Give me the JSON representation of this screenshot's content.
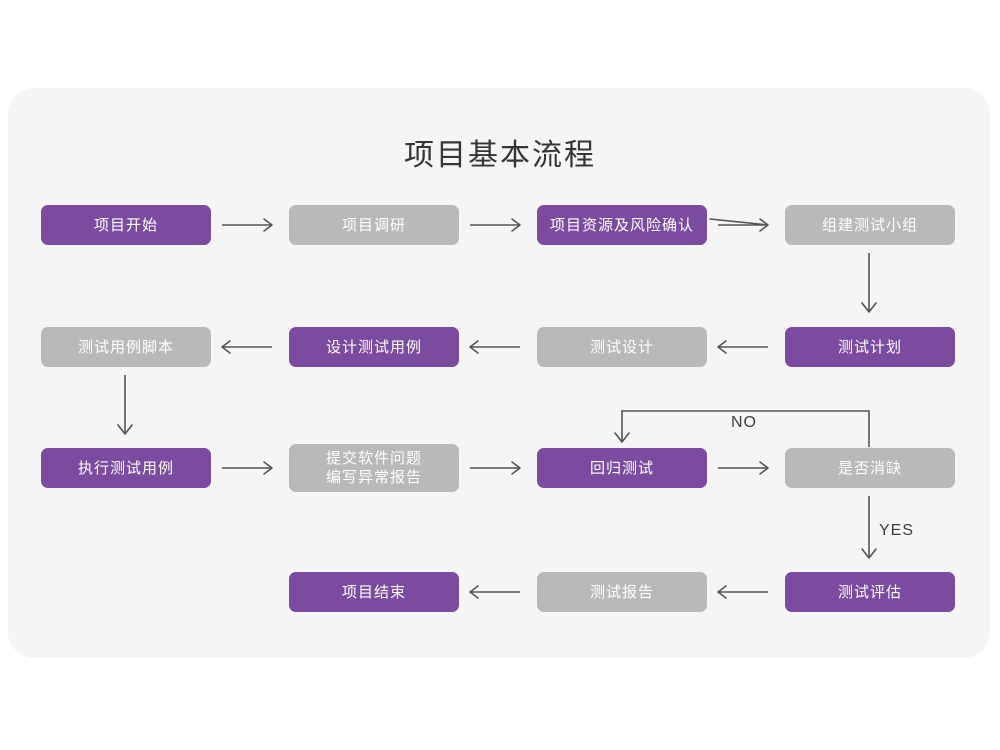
{
  "card": {
    "background": "#f5f5f5",
    "page_background": "#ffffff"
  },
  "title": "项目基本流程",
  "colors": {
    "accent_purple": "#7a4b9e",
    "muted_gray": "#b9b9b9",
    "connector": "#555555",
    "title_text": "#353535",
    "node_text": "#ffffff"
  },
  "flow": {
    "type": "flowchart",
    "direction": "boustrophedon",
    "nodes": [
      {
        "id": "n1",
        "label": "项目开始",
        "style": "purple",
        "row": 1,
        "col": 1
      },
      {
        "id": "n2",
        "label": "项目调研",
        "style": "gray",
        "row": 1,
        "col": 2
      },
      {
        "id": "n3",
        "label": "项目资源及风险确认",
        "style": "purple",
        "row": 1,
        "col": 3
      },
      {
        "id": "n4",
        "label": "组建测试小组",
        "style": "gray",
        "row": 1,
        "col": 4
      },
      {
        "id": "n5",
        "label": "测试用例脚本",
        "style": "gray",
        "row": 2,
        "col": 1
      },
      {
        "id": "n6",
        "label": "设计测试用例",
        "style": "purple",
        "row": 2,
        "col": 2
      },
      {
        "id": "n7",
        "label": "测试设计",
        "style": "gray",
        "row": 2,
        "col": 3
      },
      {
        "id": "n8",
        "label": "测试计划",
        "style": "purple",
        "row": 2,
        "col": 4
      },
      {
        "id": "n9",
        "label": "执行测试用例",
        "style": "purple",
        "row": 3,
        "col": 1
      },
      {
        "id": "n10",
        "label": "提交软件问题\n编写异常报告",
        "style": "gray",
        "row": 3,
        "col": 2
      },
      {
        "id": "n11",
        "label": "回归测试",
        "style": "purple",
        "row": 3,
        "col": 3
      },
      {
        "id": "n12",
        "label": "是否消缺",
        "style": "gray",
        "row": 3,
        "col": 4
      },
      {
        "id": "n13",
        "label": "项目结束",
        "style": "purple",
        "row": 4,
        "col": 2
      },
      {
        "id": "n14",
        "label": "测试报告",
        "style": "gray",
        "row": 4,
        "col": 3
      },
      {
        "id": "n15",
        "label": "测试评估",
        "style": "purple",
        "row": 4,
        "col": 4
      }
    ],
    "edges": [
      {
        "from": "n1",
        "to": "n2",
        "label": "",
        "dir": "right"
      },
      {
        "from": "n2",
        "to": "n3",
        "label": "",
        "dir": "right"
      },
      {
        "from": "n3",
        "to": "n4",
        "label": "",
        "dir": "right"
      },
      {
        "from": "n4",
        "to": "n8",
        "label": "",
        "dir": "down"
      },
      {
        "from": "n8",
        "to": "n7",
        "label": "",
        "dir": "left"
      },
      {
        "from": "n7",
        "to": "n6",
        "label": "",
        "dir": "left"
      },
      {
        "from": "n6",
        "to": "n5",
        "label": "",
        "dir": "left"
      },
      {
        "from": "n5",
        "to": "n9",
        "label": "",
        "dir": "down"
      },
      {
        "from": "n9",
        "to": "n10",
        "label": "",
        "dir": "right"
      },
      {
        "from": "n10",
        "to": "n11",
        "label": "",
        "dir": "right"
      },
      {
        "from": "n11",
        "to": "n12",
        "label": "",
        "dir": "right"
      },
      {
        "from": "n12",
        "to": "n11",
        "label": "NO",
        "dir": "feedback-up-left"
      },
      {
        "from": "n12",
        "to": "n15",
        "label": "YES",
        "dir": "down"
      },
      {
        "from": "n15",
        "to": "n14",
        "label": "",
        "dir": "left"
      },
      {
        "from": "n14",
        "to": "n13",
        "label": "",
        "dir": "left"
      }
    ],
    "edge_labels": [
      {
        "id": "lbl-no",
        "text": "NO"
      },
      {
        "id": "lbl-yes",
        "text": "YES"
      }
    ]
  }
}
